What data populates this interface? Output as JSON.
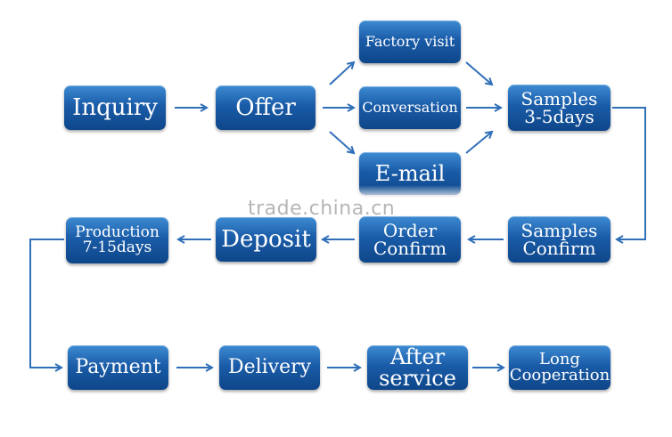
{
  "nodes": {
    "inquiry": [
      "Inquiry"
    ],
    "offer": [
      "Offer"
    ],
    "factory_visit": [
      "Factory visit"
    ],
    "conversation": [
      "Conversation"
    ],
    "email": [
      "E-mail"
    ],
    "samples": [
      "Samples",
      "3-5days"
    ],
    "samples_confirm": [
      "Samples",
      "Confirm"
    ],
    "order_confirm": [
      "Order",
      "Confirm"
    ],
    "deposit": [
      "Deposit"
    ],
    "production": [
      "Production",
      "7-15days"
    ],
    "payment": [
      "Payment"
    ],
    "delivery": [
      "Delivery"
    ],
    "after_service": [
      "After",
      "service"
    ],
    "long_cooperation": [
      "Long",
      "Cooperation"
    ]
  },
  "watermark": "trade.china.cn",
  "colors": {
    "box": "#1a5ca8",
    "arrow": "#2f6fb8"
  }
}
